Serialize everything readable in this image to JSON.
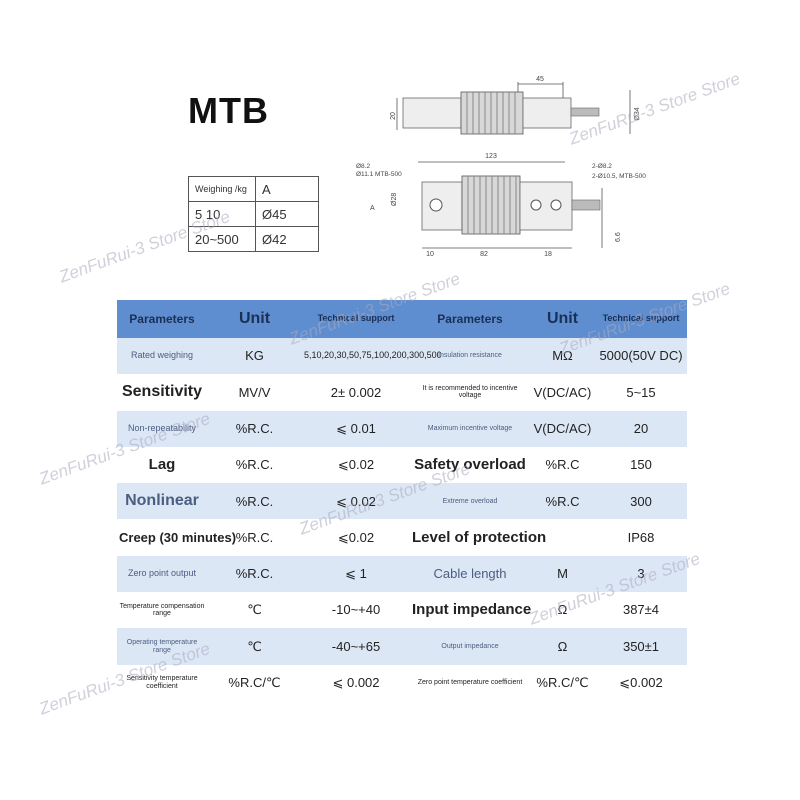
{
  "title": "MTB",
  "weighing_table": {
    "header": [
      "Weighing /kg",
      "A"
    ],
    "rows": [
      [
        "5  10",
        "Ø45"
      ],
      [
        "20~500",
        "Ø42"
      ]
    ]
  },
  "drawing": {
    "dims": {
      "d45": "45",
      "d20": "20",
      "d34": "Ø34",
      "d123": "123",
      "hole_left_1": "Ø8.2",
      "hole_left_2": "Ø11.1 MTB-500",
      "hole_right_1": "2-Ø8.2",
      "hole_right_2": "2-Ø10.5, MTB-500",
      "dA": "A",
      "d28": "Ø28",
      "d66": "6.6",
      "d10": "10",
      "d82": "82",
      "d18": "18"
    }
  },
  "spec": {
    "header": [
      "Parameters",
      "Unit",
      "Technical support",
      "Parameters",
      "Unit",
      "Technical support"
    ],
    "rows": [
      [
        "Rated weighing",
        "KG",
        "5,10,20,30,50,75,100,200,300,500",
        "Insulation resistance",
        "MΩ",
        "5000(50V DC)"
      ],
      [
        "Sensitivity",
        "MV/V",
        "2± 0.002",
        "It is recommended to incentive voltage",
        "V(DC/AC)",
        "5~15"
      ],
      [
        "Non-repeatability",
        "%R.C.",
        "⩽ 0.01",
        "Maximum incentive voltage",
        "V(DC/AC)",
        "20"
      ],
      [
        "Lag",
        "%R.C.",
        "⩽0.02",
        "Safety overload",
        "%R.C",
        "150"
      ],
      [
        "Nonlinear",
        "%R.C.",
        "⩽ 0.02",
        "Extreme overload",
        "%R.C",
        "300"
      ],
      [
        "Creep (30 minutes)",
        "%R.C.",
        "⩽0.02",
        "Level of protection",
        "",
        "IP68"
      ],
      [
        "Zero point output",
        "%R.C.",
        "⩽ 1",
        "Cable length",
        "M",
        "3"
      ],
      [
        "Temperature compensation range",
        "℃",
        "-10~+40",
        "Input impedance",
        "Ω",
        "387±4"
      ],
      [
        "Operating temperature range",
        "℃",
        "-40~+65",
        "Output impedance",
        "Ω",
        "350±1"
      ],
      [
        "Sensitivity temperature coefficient",
        "%R.C/℃",
        "⩽ 0.002",
        "Zero point temperature coefficient",
        "%R.C/℃",
        "⩽0.002"
      ]
    ]
  },
  "watermark": "ZenFuRui-3 Store Store",
  "colors": {
    "header": "#5f8ed0",
    "row_alt": "#dce7f6"
  }
}
